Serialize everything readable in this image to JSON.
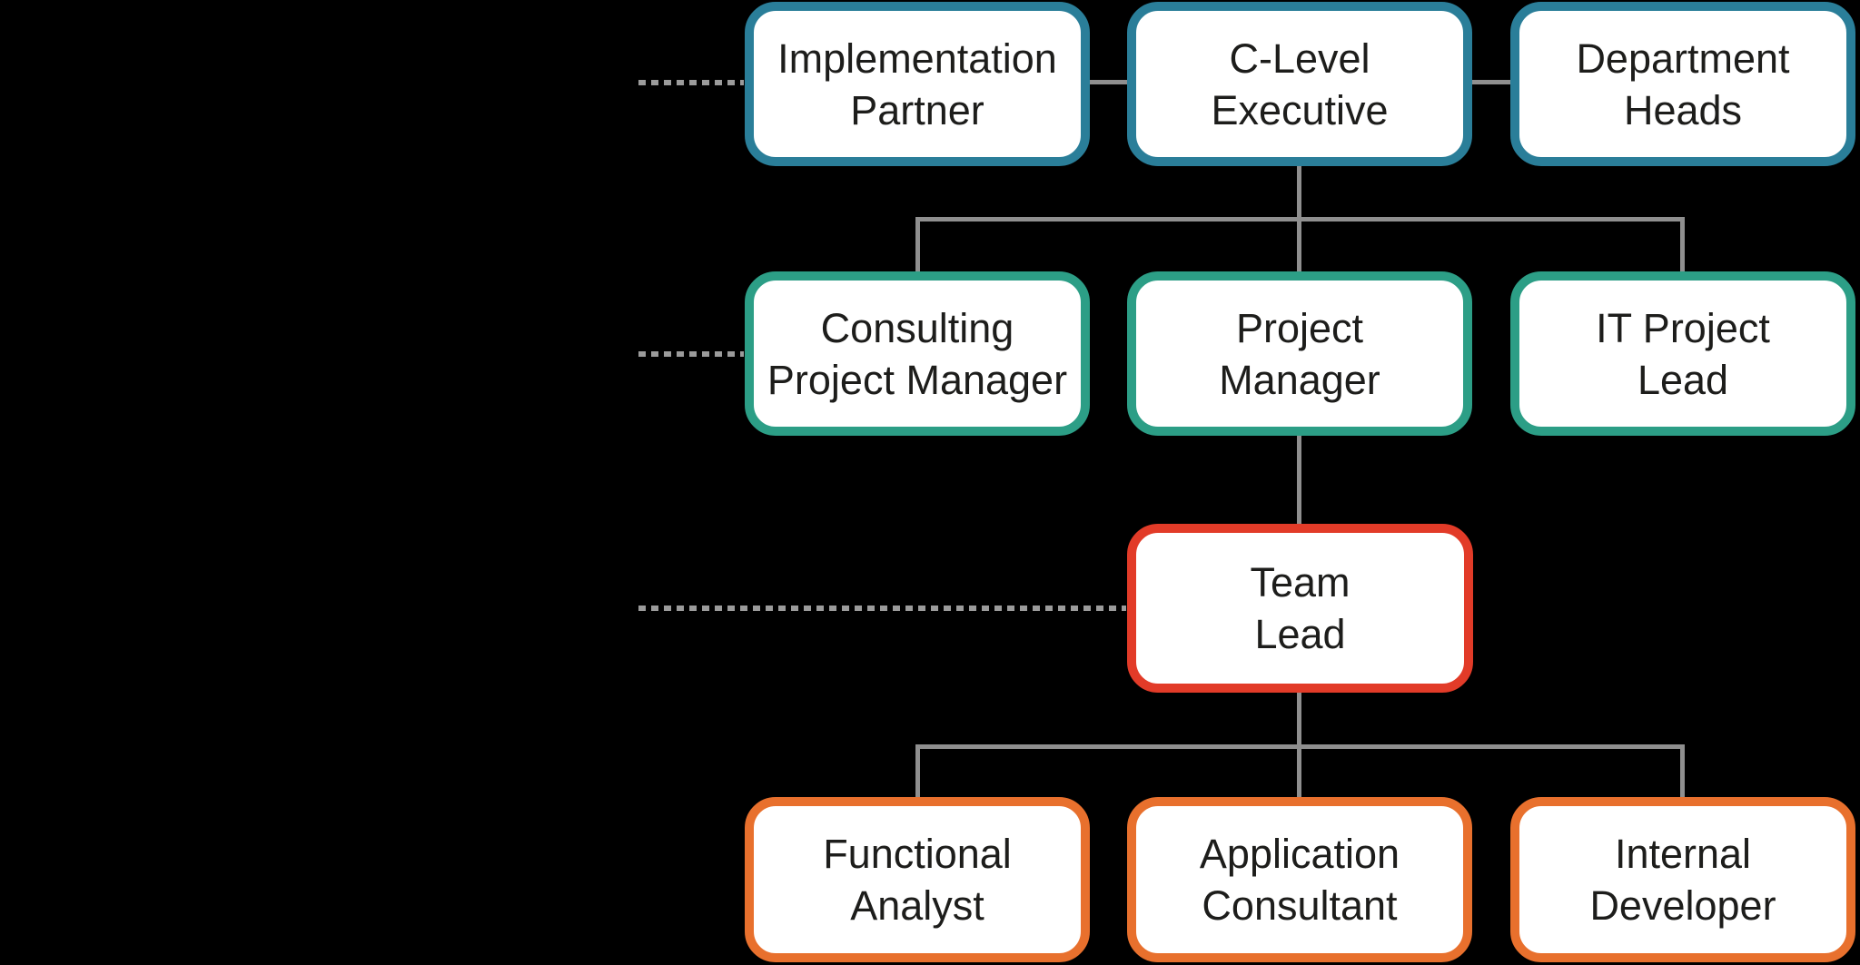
{
  "diagram": {
    "type": "org-chart",
    "background_color": "#000000",
    "nodes": {
      "implementation_partner": {
        "line1": "Implementation",
        "line2": "Partner",
        "tier": "executive"
      },
      "c_level_executive": {
        "line1": "C-Level",
        "line2": "Executive",
        "tier": "executive"
      },
      "department_heads": {
        "line1": "Department",
        "line2": "Heads",
        "tier": "executive"
      },
      "consulting_project_manager": {
        "line1": "Consulting",
        "line2": "Project Manager",
        "tier": "management"
      },
      "project_manager": {
        "line1": "Project",
        "line2": "Manager",
        "tier": "management"
      },
      "it_project_lead": {
        "line1": "IT Project",
        "line2": "Lead",
        "tier": "management"
      },
      "team_lead": {
        "line1": "Team",
        "line2": "Lead",
        "tier": "lead"
      },
      "functional_analyst": {
        "line1": "Functional",
        "line2": "Analyst",
        "tier": "team"
      },
      "application_consultant": {
        "line1": "Application",
        "line2": "Consultant",
        "tier": "team"
      },
      "internal_developer": {
        "line1": "Internal",
        "line2": "Developer",
        "tier": "team"
      }
    },
    "edges": [
      {
        "from": "implementation_partner",
        "to": "c_level_executive",
        "style": "solid"
      },
      {
        "from": "c_level_executive",
        "to": "department_heads",
        "style": "solid"
      },
      {
        "from": "c_level_executive",
        "to": "consulting_project_manager",
        "style": "solid-elbow"
      },
      {
        "from": "c_level_executive",
        "to": "project_manager",
        "style": "solid-elbow"
      },
      {
        "from": "c_level_executive",
        "to": "it_project_lead",
        "style": "solid-elbow"
      },
      {
        "from": "project_manager",
        "to": "team_lead",
        "style": "solid"
      },
      {
        "from": "team_lead",
        "to": "functional_analyst",
        "style": "solid-elbow"
      },
      {
        "from": "team_lead",
        "to": "application_consultant",
        "style": "solid-elbow"
      },
      {
        "from": "team_lead",
        "to": "internal_developer",
        "style": "solid-elbow"
      }
    ],
    "leader_lines": [
      {
        "row": "executive",
        "style": "dashed"
      },
      {
        "row": "management",
        "style": "dashed"
      },
      {
        "row": "lead",
        "style": "dashed"
      }
    ],
    "colors": {
      "tier1_border": "#2A7E99",
      "tier2_border": "#2C9E86",
      "tier3_border": "#E23B28",
      "tier4_border": "#E8702D",
      "box_fill": "#FFFFFF",
      "text": "#1D1D1B",
      "connector": "#8F8F8F",
      "dotted_line": "#9B9B9B"
    }
  }
}
